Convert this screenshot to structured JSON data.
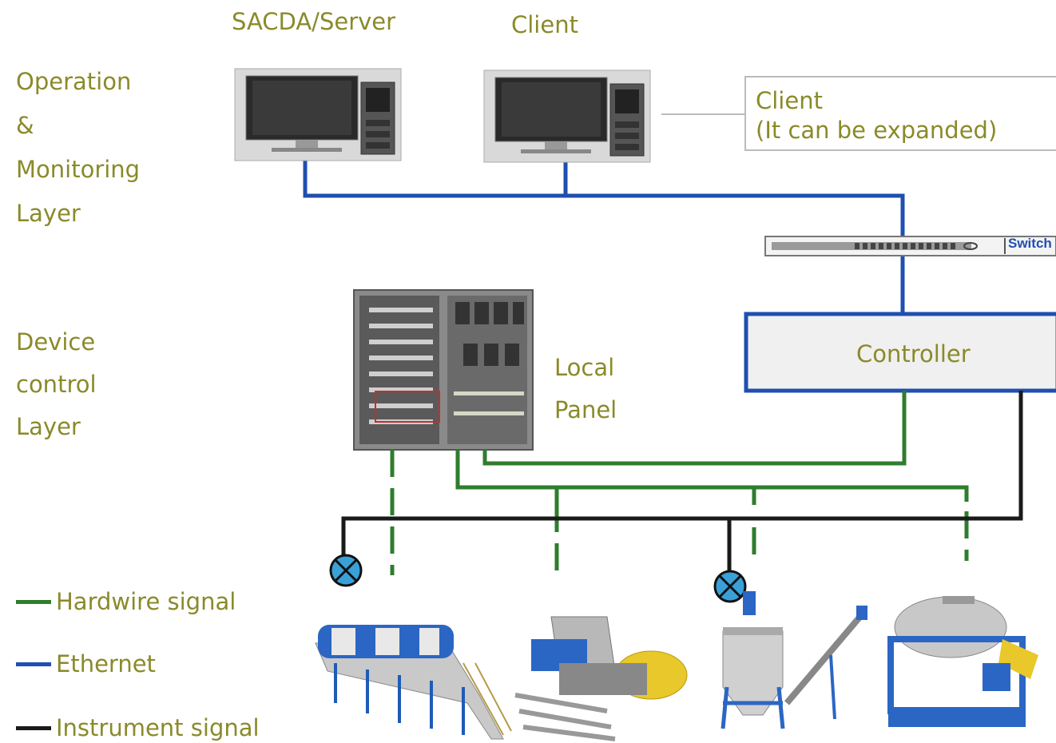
{
  "layers": {
    "operation": [
      "Operation",
      "&",
      "Monitoring",
      "Layer"
    ],
    "device": [
      "Device",
      "control",
      "Layer"
    ]
  },
  "nodes": {
    "server_label": "SACDA/Server",
    "client_label": "Client",
    "client_expand_line1": "Client",
    "client_expand_line2": "(It can be expanded)",
    "switch_label": "Switch",
    "controller_label": "Controller",
    "local_panel_line1": "Local",
    "local_panel_line2": "Panel"
  },
  "legend": [
    {
      "label": "Hardwire signal",
      "color": "#2e7d2e"
    },
    {
      "label": "Ethernet",
      "color": "#1f4fb0"
    },
    {
      "label": "Instrument signal",
      "color": "#1a1a1a"
    }
  ],
  "colors": {
    "label_text": "#8a8a2a",
    "ethernet": "#1f4fb0",
    "hardwire": "#2e7d2e",
    "instrument": "#1a1a1a",
    "valve": "#3aa0d8"
  },
  "equipment": [
    "drum-conveyor",
    "shredder-machine",
    "mixing-tank-with-screw-conveyor",
    "horizontal-dryer"
  ]
}
